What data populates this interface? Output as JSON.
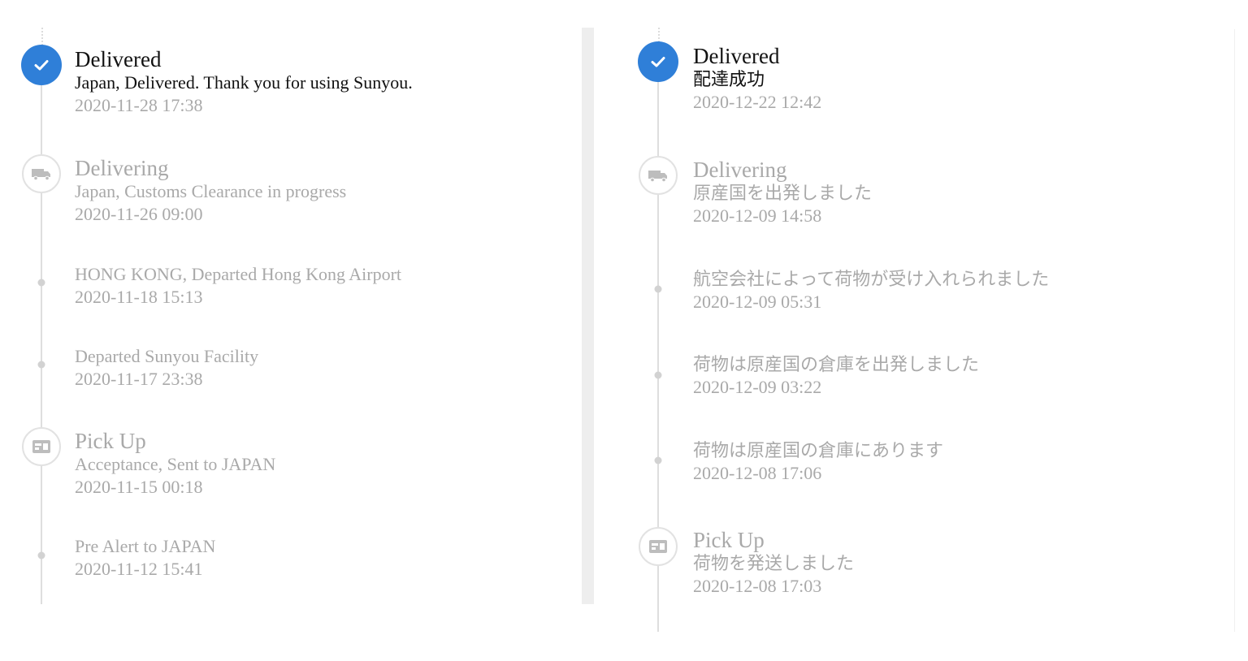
{
  "colors": {
    "accent": "#2f7fd8",
    "active_text": "#111111",
    "inactive_text": "#a9a9a9",
    "rail": "#dedede",
    "divider": "#eeeeee"
  },
  "left_timeline": {
    "events": [
      {
        "title": "Delivered",
        "desc": "Japan, Delivered. Thank you for using Sunyou.",
        "time": "2020-11-28 17:38",
        "icon": "check-icon"
      },
      {
        "title": "Delivering",
        "desc": "Japan, Customs Clearance in progress",
        "time": "2020-11-26 09:00",
        "icon": "truck-icon"
      },
      {
        "desc": "HONG KONG, Departed Hong Kong Airport",
        "time": "2020-11-18 15:13"
      },
      {
        "desc": "Departed Sunyou Facility",
        "time": "2020-11-17 23:38"
      },
      {
        "title": "Pick Up",
        "desc": "Acceptance, Sent to JAPAN",
        "time": "2020-11-15 00:18",
        "icon": "package-icon"
      },
      {
        "desc": "Pre Alert to JAPAN",
        "time": "2020-11-12 15:41"
      }
    ]
  },
  "right_timeline": {
    "events": [
      {
        "title": "Delivered",
        "desc": "配達成功",
        "time": "2020-12-22 12:42",
        "icon": "check-icon"
      },
      {
        "title": "Delivering",
        "desc": "原産国を出発しました",
        "time": "2020-12-09 14:58",
        "icon": "truck-icon"
      },
      {
        "desc": "航空会社によって荷物が受け入れられました",
        "time": "2020-12-09 05:31"
      },
      {
        "desc": "荷物は原産国の倉庫を出発しました",
        "time": "2020-12-09 03:22"
      },
      {
        "desc": "荷物は原産国の倉庫にあります",
        "time": "2020-12-08 17:06"
      },
      {
        "title": "Pick Up",
        "desc": "荷物を発送しました",
        "time": "2020-12-08 17:03",
        "icon": "package-icon"
      }
    ]
  }
}
